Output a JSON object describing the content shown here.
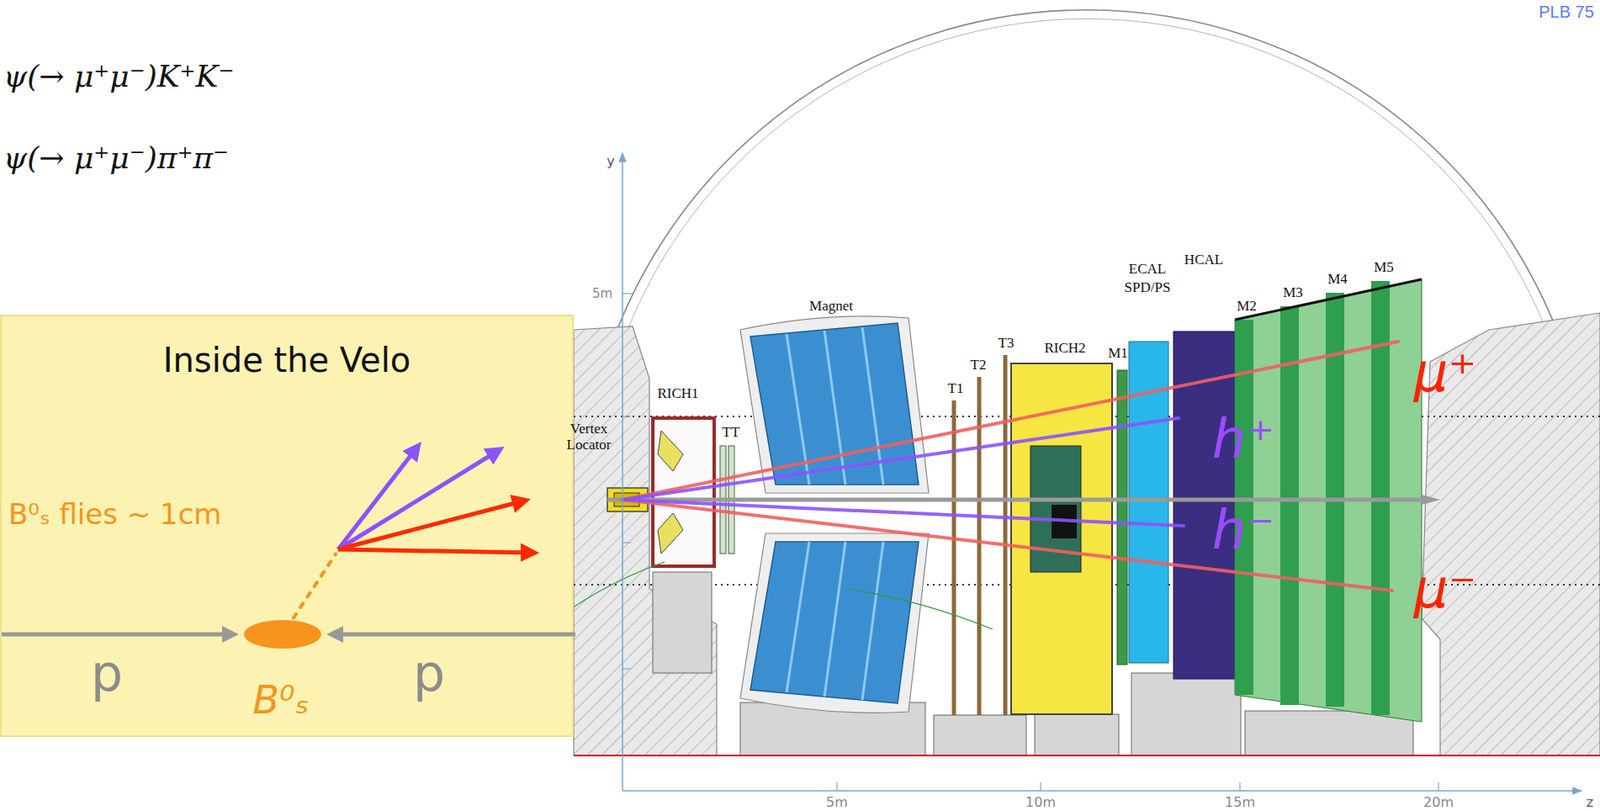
{
  "diagram": {
    "nodes": [
      {
        "text": [
          "Inside the Velo"
        ]
      }
    ],
    "labels": [
      "ψ(→ μ⁺μ⁻)K⁺K⁻",
      "ψ(→ μ⁺μ⁻)π⁺π⁻",
      "PLB 75",
      "B⁰ₛ flies ~ 1cm",
      "p",
      "p",
      "B⁰ₛ",
      "y",
      "5m",
      "Vertex Locator",
      "RICH1",
      "TT",
      "Magnet",
      "T1",
      "T2",
      "T3",
      "RICH2",
      "M1",
      "SPD/PS",
      "ECAL",
      "HCAL",
      "M2",
      "M3",
      "M4",
      "M5",
      "μ⁺",
      "h⁺",
      "h⁻",
      "μ⁻",
      "5m",
      "10m",
      "15m",
      "20m",
      "z"
    ]
  }
}
